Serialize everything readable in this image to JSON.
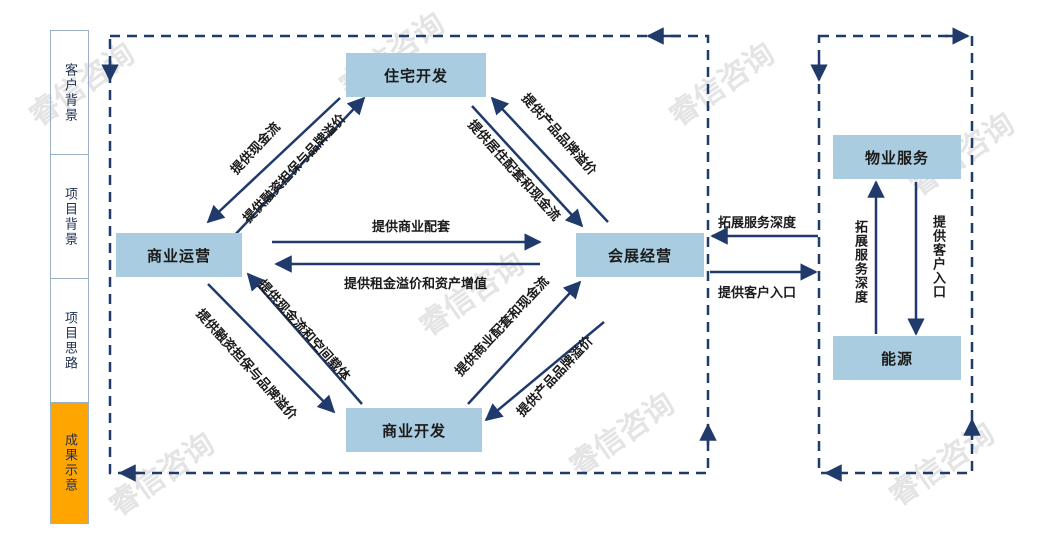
{
  "sidebar": {
    "items": [
      {
        "label": "客户背景"
      },
      {
        "label": "项目背景"
      },
      {
        "label": "项目思路"
      },
      {
        "label": "成果示意"
      }
    ]
  },
  "nodes": {
    "residential": "住宅开发",
    "commercial_ops": "商业运营",
    "convention": "会展经营",
    "commercial_dev": "商业开发",
    "property": "物业服务",
    "energy": "能源"
  },
  "edges": {
    "ops_to_res": "提供融资担保与品牌溢价",
    "res_to_ops": "提供现金流",
    "conv_to_res": "提供产品品牌溢价",
    "res_to_conv": "提供居住配套和现金流",
    "ops_to_conv": "提供商业配套",
    "conv_to_ops": "提供租金溢价和资产增值",
    "ops_to_cdev": "提供融资担保与品牌溢价",
    "cdev_to_ops": "提供现金流和空间载体",
    "cdev_to_conv": "提供商业配套和现金流",
    "conv_to_cdev": "提供产品品牌溢价",
    "right_to_conv": "拓展服务深度",
    "conv_to_right": "提供客户入口",
    "energy_to_property": "拓展服务深度",
    "property_to_energy": "提供客户入口"
  },
  "watermark": "睿信咨询",
  "colors": {
    "node_fill": "#a9cce0",
    "line": "#1f3a6b",
    "sidebar_active": "#ffa500"
  }
}
